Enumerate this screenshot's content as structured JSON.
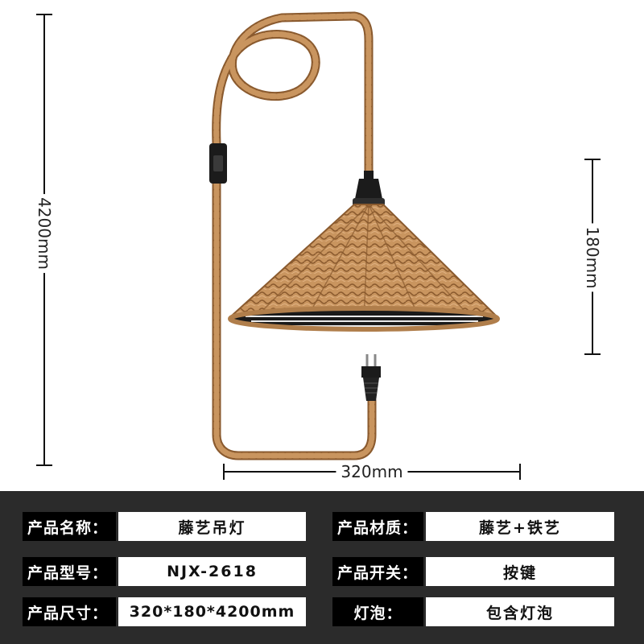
{
  "dimensions": {
    "total_height": "4200mm",
    "shade_height": "180mm",
    "shade_width": "320mm"
  },
  "specs": {
    "left": [
      {
        "label": "产品名称：",
        "value": "藤艺吊灯"
      },
      {
        "label": "产品型号：",
        "value": "NJX-2618"
      },
      {
        "label": "产品尺寸：",
        "value": "320*180*4200mm"
      }
    ],
    "right": [
      {
        "label": "产品材质：",
        "value": "藤艺+铁艺"
      },
      {
        "label": "产品开关：",
        "value": "按键"
      },
      {
        "label": "灯泡：",
        "value": "包含灯泡"
      }
    ]
  },
  "colors": {
    "rope": "#c9955f",
    "rope_dark": "#8a5a2e",
    "panel_background": "#2b2b2b",
    "label_background": "#000000",
    "value_background": "#ffffff"
  },
  "icons": [
    "rattan-lamp-shade",
    "lamp-socket",
    "inline-switch",
    "power-plug",
    "braided-cord"
  ]
}
